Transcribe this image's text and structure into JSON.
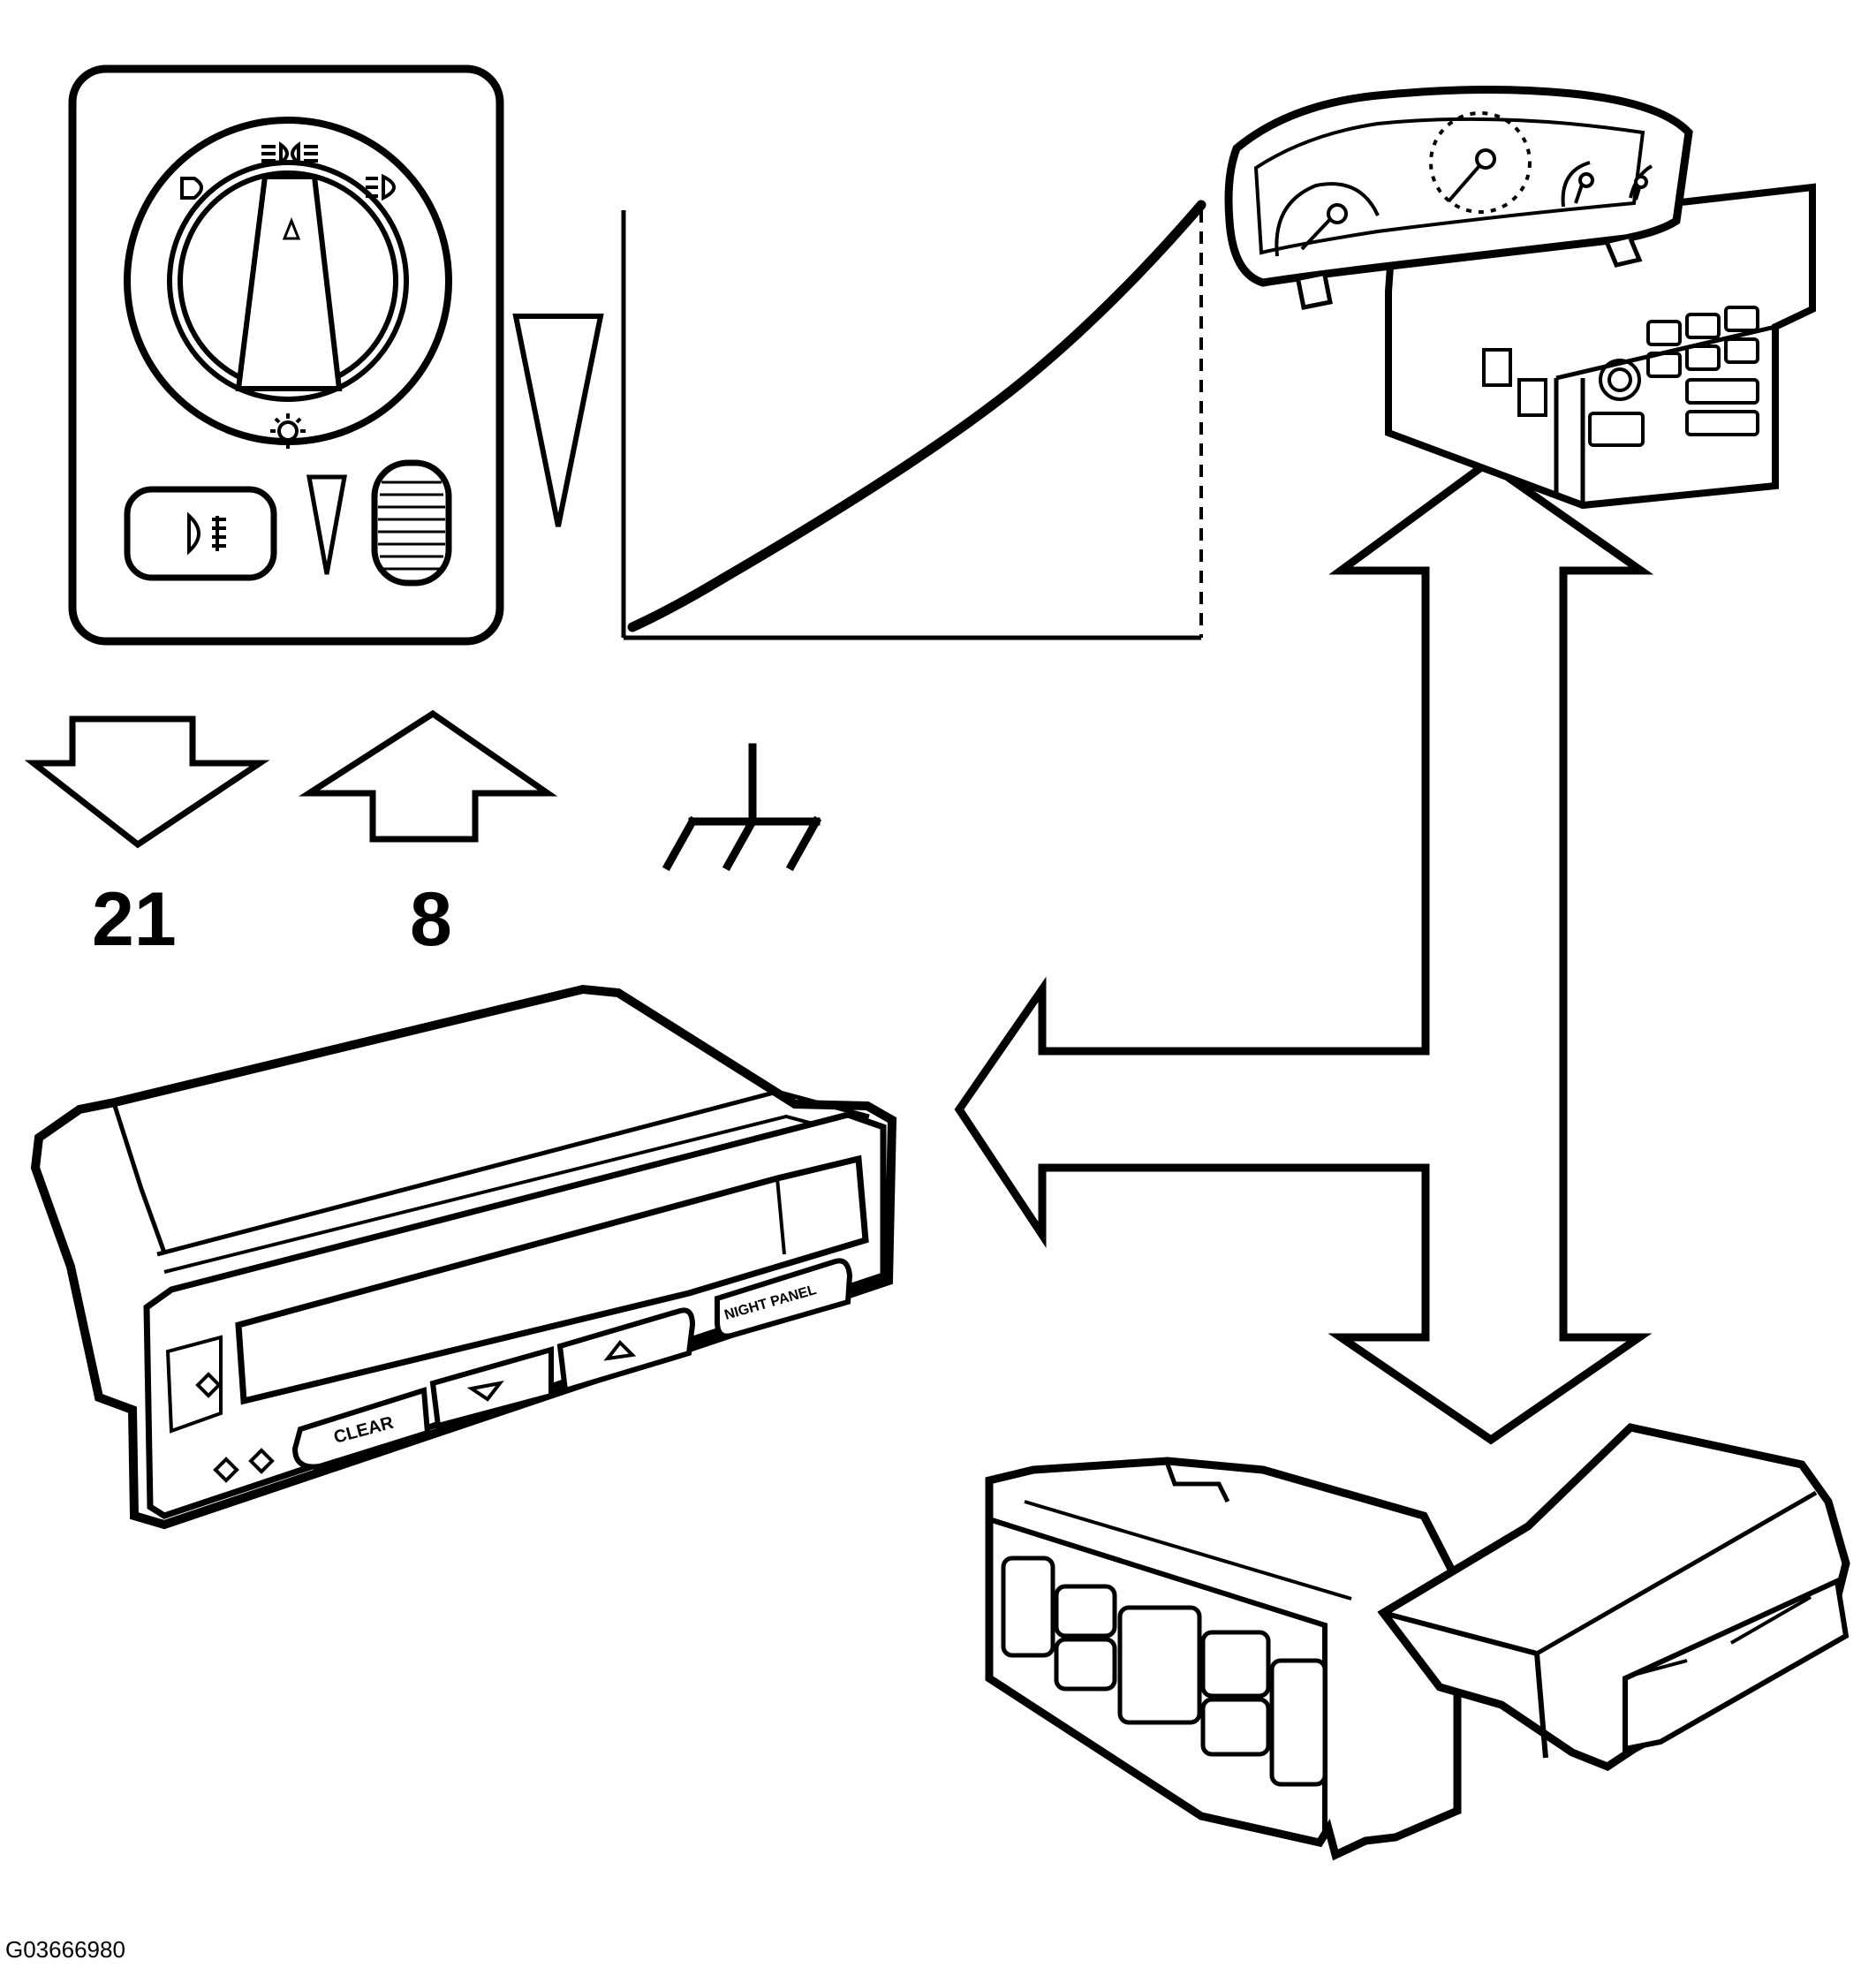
{
  "labels": {
    "pin_out": "21",
    "pin_in": "8",
    "figure_id": "G03666980"
  },
  "info_display": {
    "button_clear": "CLEAR",
    "button_night_panel": "NIGHT PANEL"
  },
  "colors": {
    "line": "#000000",
    "background": "#ffffff"
  }
}
